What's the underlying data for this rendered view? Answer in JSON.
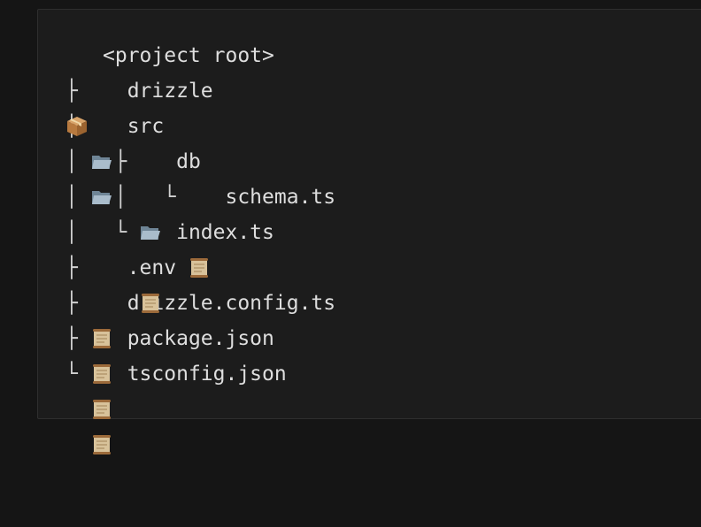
{
  "tree": {
    "rows": [
      {
        "prefix": "",
        "icon": "package-icon",
        "label": "<project root>"
      },
      {
        "prefix": "├ ",
        "icon": "folder-icon",
        "label": "drizzle"
      },
      {
        "prefix": "├ ",
        "icon": "folder-icon",
        "label": "src"
      },
      {
        "prefix": "│   ├ ",
        "icon": "folder-icon",
        "label": "db"
      },
      {
        "prefix": "│   │   └ ",
        "icon": "scroll-icon",
        "label": "schema.ts"
      },
      {
        "prefix": "│   └ ",
        "icon": "scroll-icon",
        "label": "index.ts"
      },
      {
        "prefix": "├ ",
        "icon": "scroll-icon",
        "label": ".env"
      },
      {
        "prefix": "├ ",
        "icon": "scroll-icon",
        "label": "drizzle.config.ts"
      },
      {
        "prefix": "├ ",
        "icon": "scroll-icon",
        "label": "package.json"
      },
      {
        "prefix": "└ ",
        "icon": "scroll-icon",
        "label": "tsconfig.json"
      }
    ]
  },
  "colors": {
    "background": "#151515",
    "panel": "#1c1c1c",
    "text": "#dcdcdc"
  }
}
